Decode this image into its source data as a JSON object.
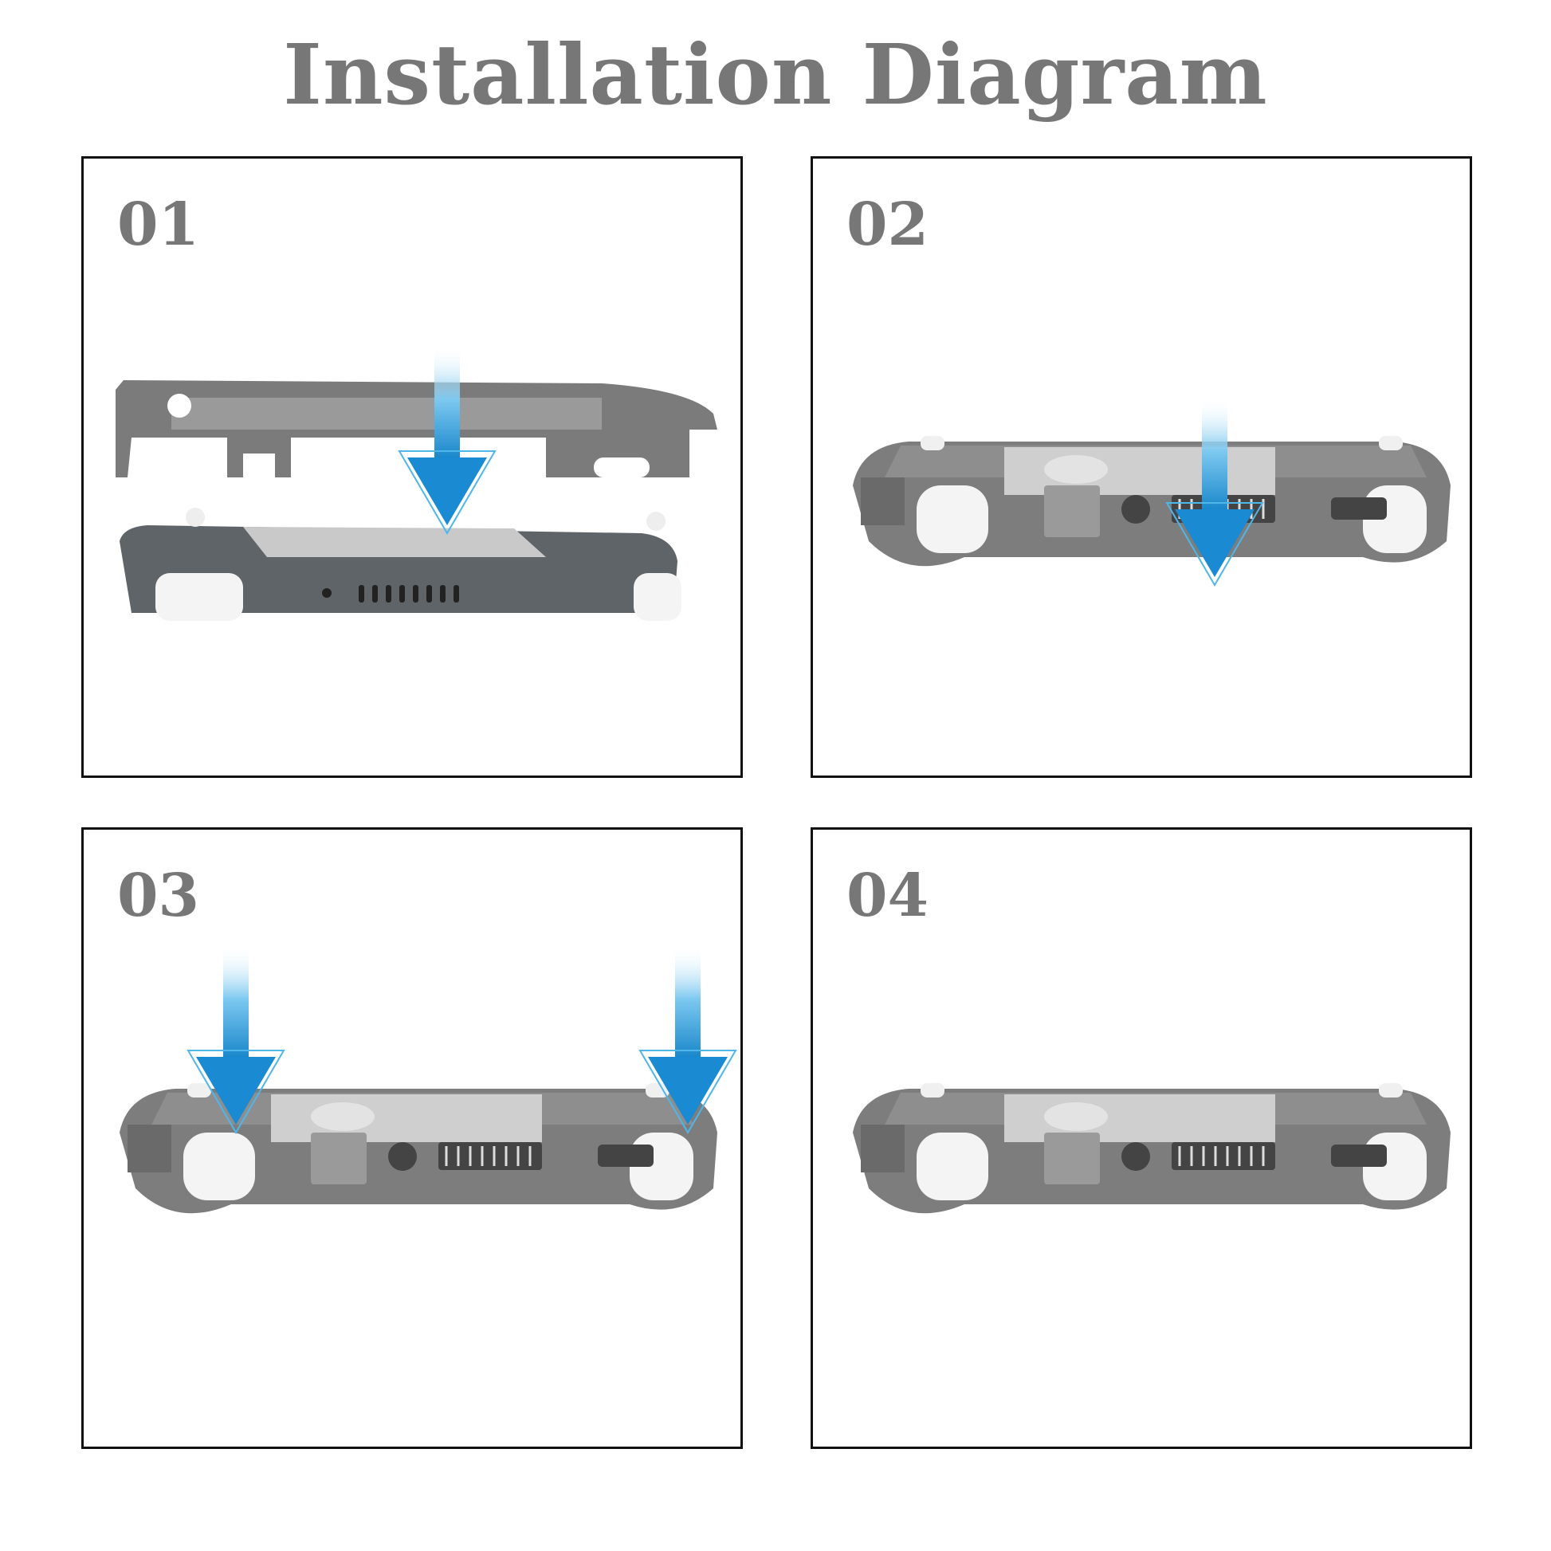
{
  "title": "Installation Diagram",
  "steps": [
    {
      "label": "01"
    },
    {
      "label": "02"
    },
    {
      "label": "03"
    },
    {
      "label": "04"
    }
  ],
  "colors": {
    "title": "#777777",
    "border": "#111111",
    "case_gray": "#7b7b7b",
    "console_gray": "#5f6468",
    "arrow_blue": "#1d8fd6"
  }
}
